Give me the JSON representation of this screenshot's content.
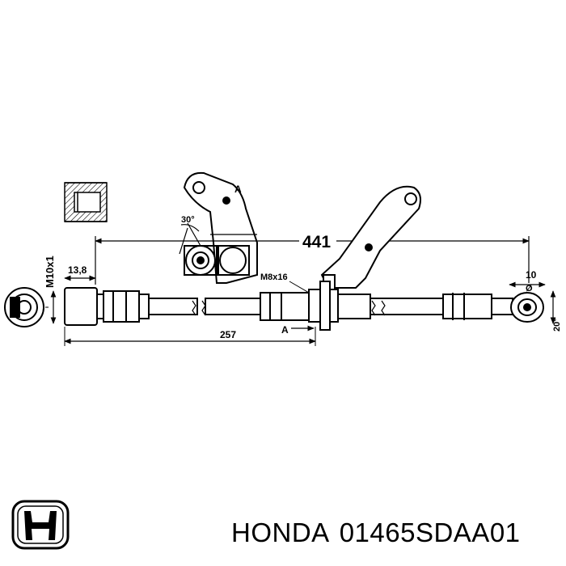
{
  "diagram": {
    "dimensions": {
      "total_length": "441",
      "partial_length": "257",
      "thread_size": "M10x1",
      "fitting_length": "13,8",
      "bolt_size": "M8x16",
      "eye_width": "10",
      "diameter_symbol": "Ø",
      "eye_angle": "20°",
      "bracket_angle": "30°",
      "section_mark": "A"
    }
  },
  "caption": {
    "brand": "HONDA",
    "part_number": "01465SDAA01"
  },
  "logo": {
    "name": "honda-logo"
  }
}
